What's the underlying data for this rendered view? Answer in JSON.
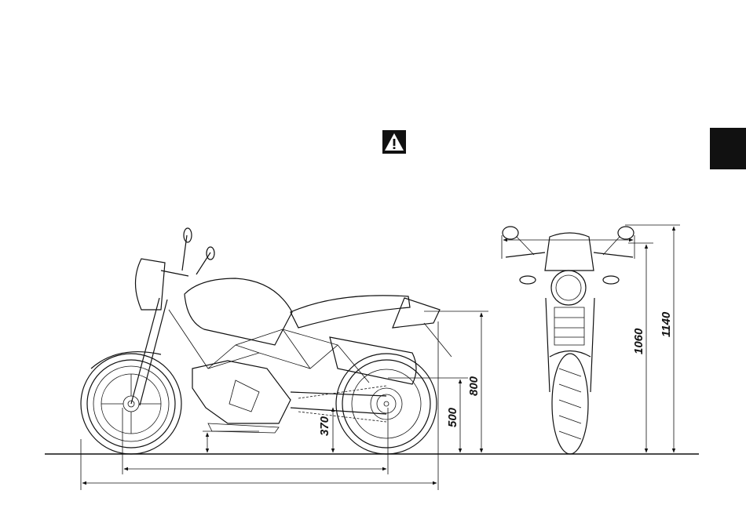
{
  "warning": {
    "icon": "warning-triangle-icon",
    "color": "#111111"
  },
  "side_tab": {
    "color": "#111111"
  },
  "dimensions": {
    "ground_clearance_370": "370",
    "axle_height_500": "500",
    "seat_height_800": "800",
    "mirror_height_1060": "1060",
    "overall_height_1140": "1140"
  }
}
